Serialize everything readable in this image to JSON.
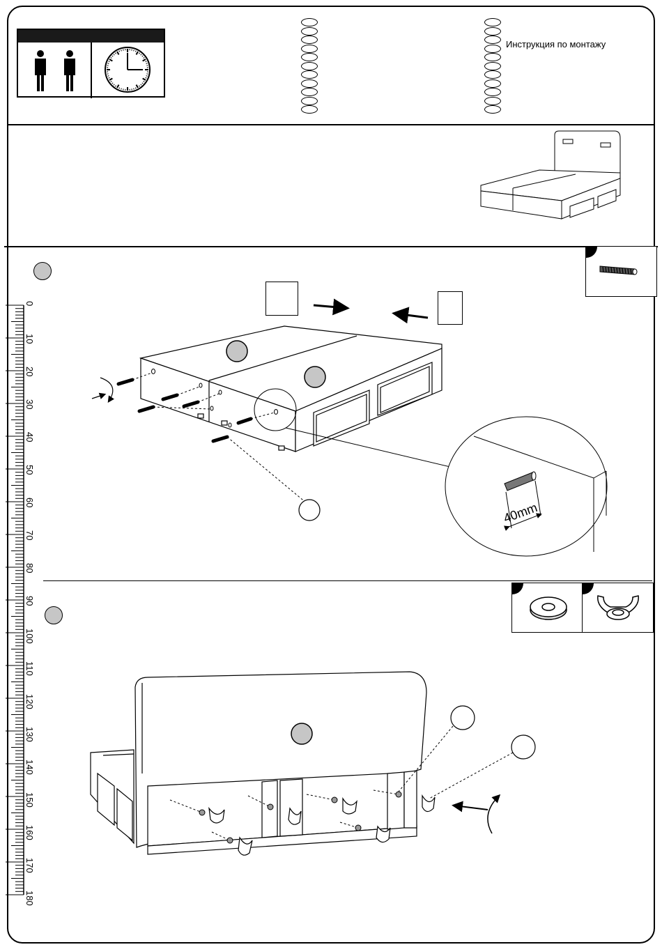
{
  "header": {
    "title": "Инструкция по монтажу",
    "persons_icon": "two-persons-icon",
    "clock_icon": "clock-icon"
  },
  "step1": {
    "measurement": "40mm"
  },
  "ruler": {
    "labels": [
      "0",
      "10",
      "20",
      "30",
      "40",
      "50",
      "60",
      "70",
      "80",
      "90",
      "100",
      "110",
      "120",
      "130",
      "140",
      "150",
      "160",
      "170",
      "180"
    ]
  },
  "icons": {
    "bolt": "threaded-rod-icon",
    "washer": "washer-icon",
    "wingnut": "wing-nut-icon"
  }
}
